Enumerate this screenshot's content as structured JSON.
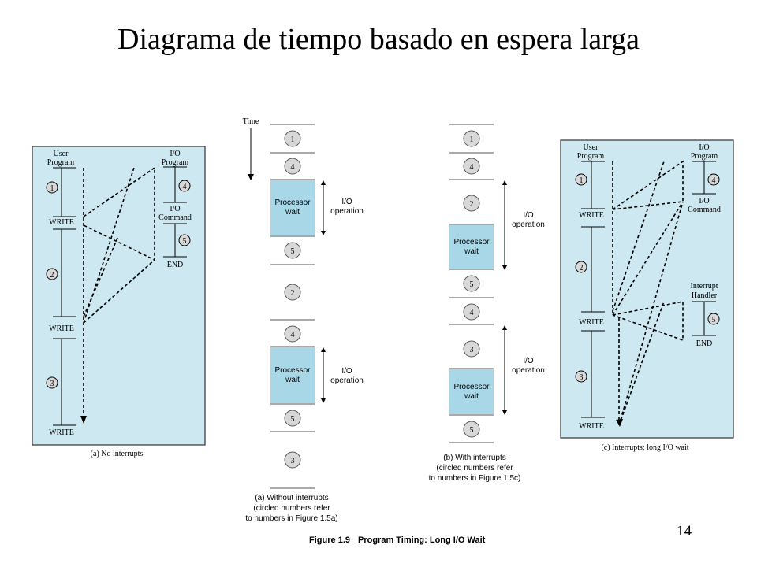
{
  "slide": {
    "title": "Diagrama de tiempo basado en espera larga",
    "page_number": "14"
  },
  "figure": {
    "caption_number": "Figure 1.9",
    "caption_text": "Program Timing: Long I/O Wait",
    "time_label": "Time"
  },
  "panel_a": {
    "user_program": [
      "User",
      "Program"
    ],
    "io_program": [
      "I/O",
      "Program"
    ],
    "io_command": [
      "I/O",
      "Command"
    ],
    "end": "END",
    "write": "WRITE",
    "caption": "(a) No interrupts"
  },
  "panel_c": {
    "user_program": [
      "User",
      "Program"
    ],
    "io_program": [
      "I/O",
      "Program"
    ],
    "io_command": [
      "I/O",
      "Command"
    ],
    "interrupt_handler": [
      "Interrupt",
      "Handler"
    ],
    "end": "END",
    "write": "WRITE",
    "caption": "(c) Interrupts; long I/O wait"
  },
  "timeline_a": {
    "blocks": [
      "1",
      "4",
      "Processor wait",
      "5",
      "2",
      "4",
      "Processor wait",
      "5",
      "3"
    ],
    "processor_wait": [
      "Processor",
      "wait"
    ],
    "io_operation": [
      "I/O",
      "operation"
    ],
    "caption": [
      "(a) Without interrupts",
      "(circled numbers refer",
      "to numbers in Figure 1.5a)"
    ]
  },
  "timeline_b": {
    "blocks": [
      "1",
      "4",
      "2",
      "Processor wait",
      "5",
      "4",
      "3",
      "Processor wait",
      "5"
    ],
    "processor_wait": [
      "Processor",
      "wait"
    ],
    "io_operation": [
      "I/O",
      "operation"
    ],
    "caption": [
      "(b) With interrupts",
      "(circled numbers refer",
      "to numbers in Figure 1.5c)"
    ]
  },
  "colors": {
    "panel_fill": "#cde8f0",
    "wait_fill": "#a8d8e8",
    "circle_fill": "#d8d8d8"
  }
}
